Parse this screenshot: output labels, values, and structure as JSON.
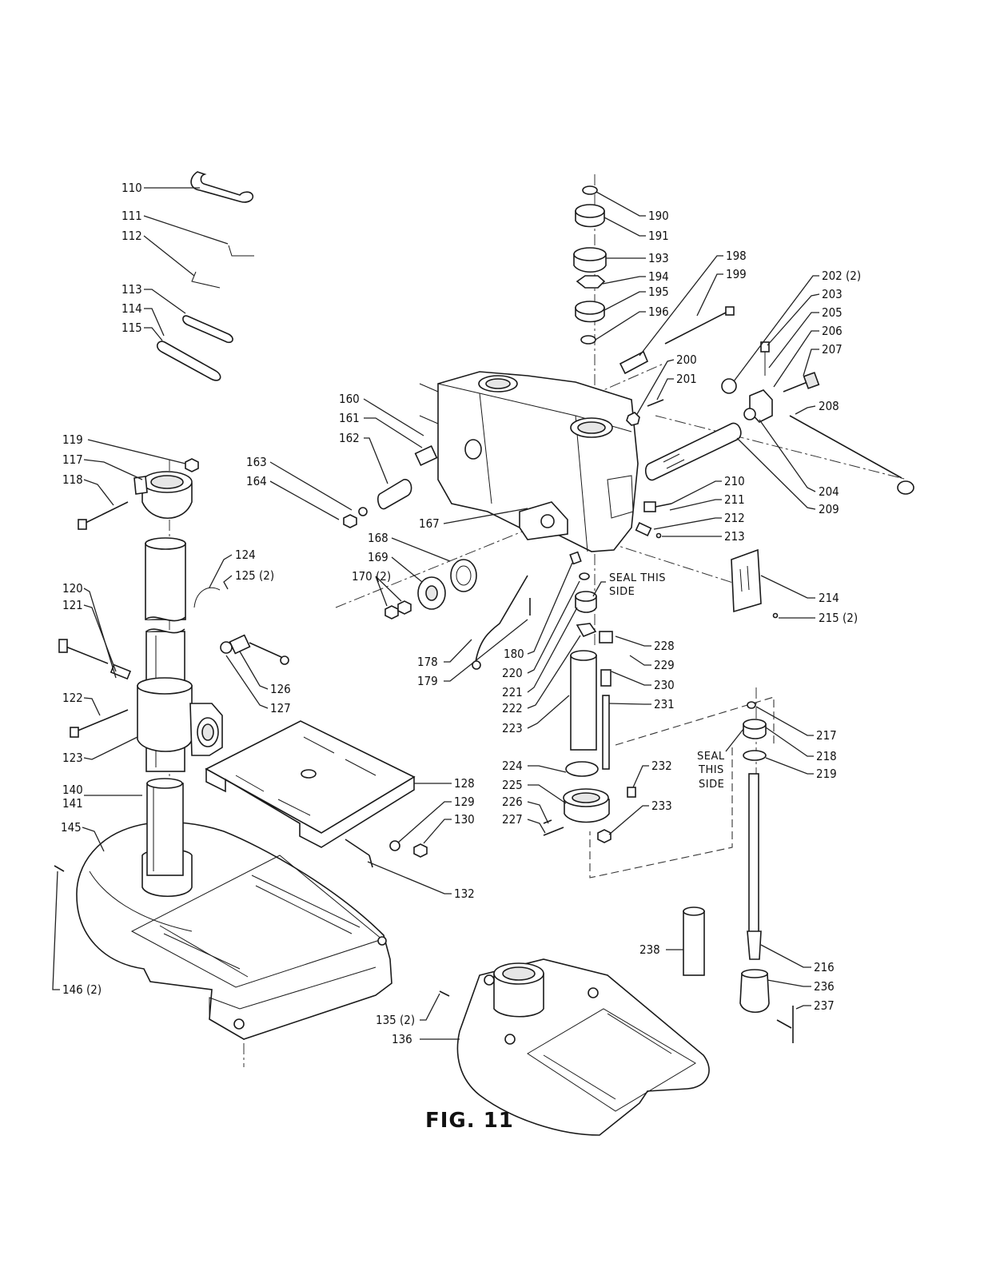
{
  "figure": {
    "caption": "FIG. 11"
  },
  "notes": {
    "seal_upper": [
      "SEAL THIS",
      "SIDE"
    ],
    "seal_lower": [
      "SEAL",
      "THIS",
      "SIDE"
    ]
  },
  "labels": {
    "p110": "110",
    "p111": "111",
    "p112": "112",
    "p113": "113",
    "p114": "114",
    "p115": "115",
    "p117": "117",
    "p118": "118",
    "p119": "119",
    "p120": "120",
    "p121": "121",
    "p122": "122",
    "p123": "123",
    "p124": "124",
    "p125": "125 (2)",
    "p126": "126",
    "p127": "127",
    "p128": "128",
    "p129": "129",
    "p130": "130",
    "p132": "132",
    "p135": "135 (2)",
    "p136": "136",
    "p140": "140",
    "p141": "141",
    "p145": "145",
    "p146": "146 (2)",
    "p160": "160",
    "p161": "161",
    "p162": "162",
    "p163": "163",
    "p164": "164",
    "p167": "167",
    "p168": "168",
    "p169": "169",
    "p170": "170 (2)",
    "p178": "178",
    "p179": "179",
    "p180": "180",
    "p190": "190",
    "p191": "191",
    "p193": "193",
    "p194": "194",
    "p195": "195",
    "p196": "196",
    "p198": "198",
    "p199": "199",
    "p200": "200",
    "p201": "201",
    "p202": "202 (2)",
    "p203": "203",
    "p204": "204",
    "p205": "205",
    "p206": "206",
    "p207": "207",
    "p208": "208",
    "p209": "209",
    "p210": "210",
    "p211": "211",
    "p212": "212",
    "p213": "213",
    "p214": "214",
    "p215": "215 (2)",
    "p216": "216",
    "p217": "217",
    "p218": "218",
    "p219": "219",
    "p220": "220",
    "p221": "221",
    "p222": "222",
    "p223": "223",
    "p224": "224",
    "p225": "225",
    "p226": "226",
    "p227": "227",
    "p228": "228",
    "p229": "229",
    "p230": "230",
    "p231": "231",
    "p232": "232",
    "p233": "233",
    "p236": "236",
    "p237": "237",
    "p238": "238"
  }
}
